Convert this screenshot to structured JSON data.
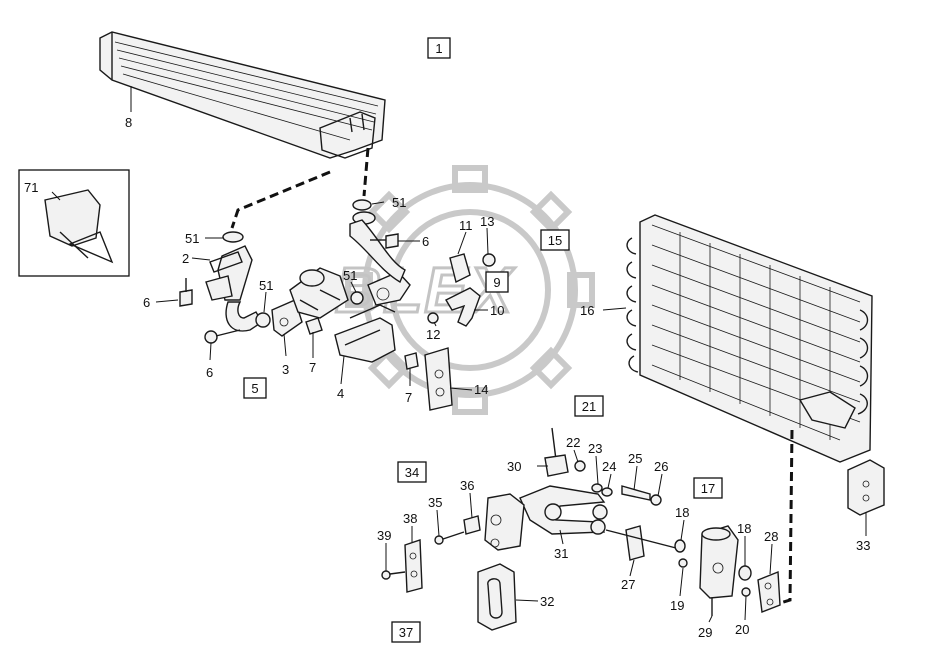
{
  "watermark": {
    "text": "BLEX"
  },
  "group_boxes": [
    {
      "id": "1"
    },
    {
      "id": "5"
    },
    {
      "id": "9"
    },
    {
      "id": "15"
    },
    {
      "id": "17"
    },
    {
      "id": "21"
    },
    {
      "id": "34"
    },
    {
      "id": "37"
    }
  ],
  "callouts": [
    "8",
    "71",
    "51",
    "51",
    "6",
    "2",
    "6",
    "51",
    "51",
    "11",
    "13",
    "6",
    "16",
    "12",
    "10",
    "3",
    "7",
    "6",
    "4",
    "7",
    "14",
    "22",
    "23",
    "24",
    "25",
    "26",
    "30",
    "36",
    "35",
    "38",
    "39",
    "31",
    "18",
    "18",
    "28",
    "27",
    "19",
    "20",
    "29",
    "32",
    "33"
  ]
}
